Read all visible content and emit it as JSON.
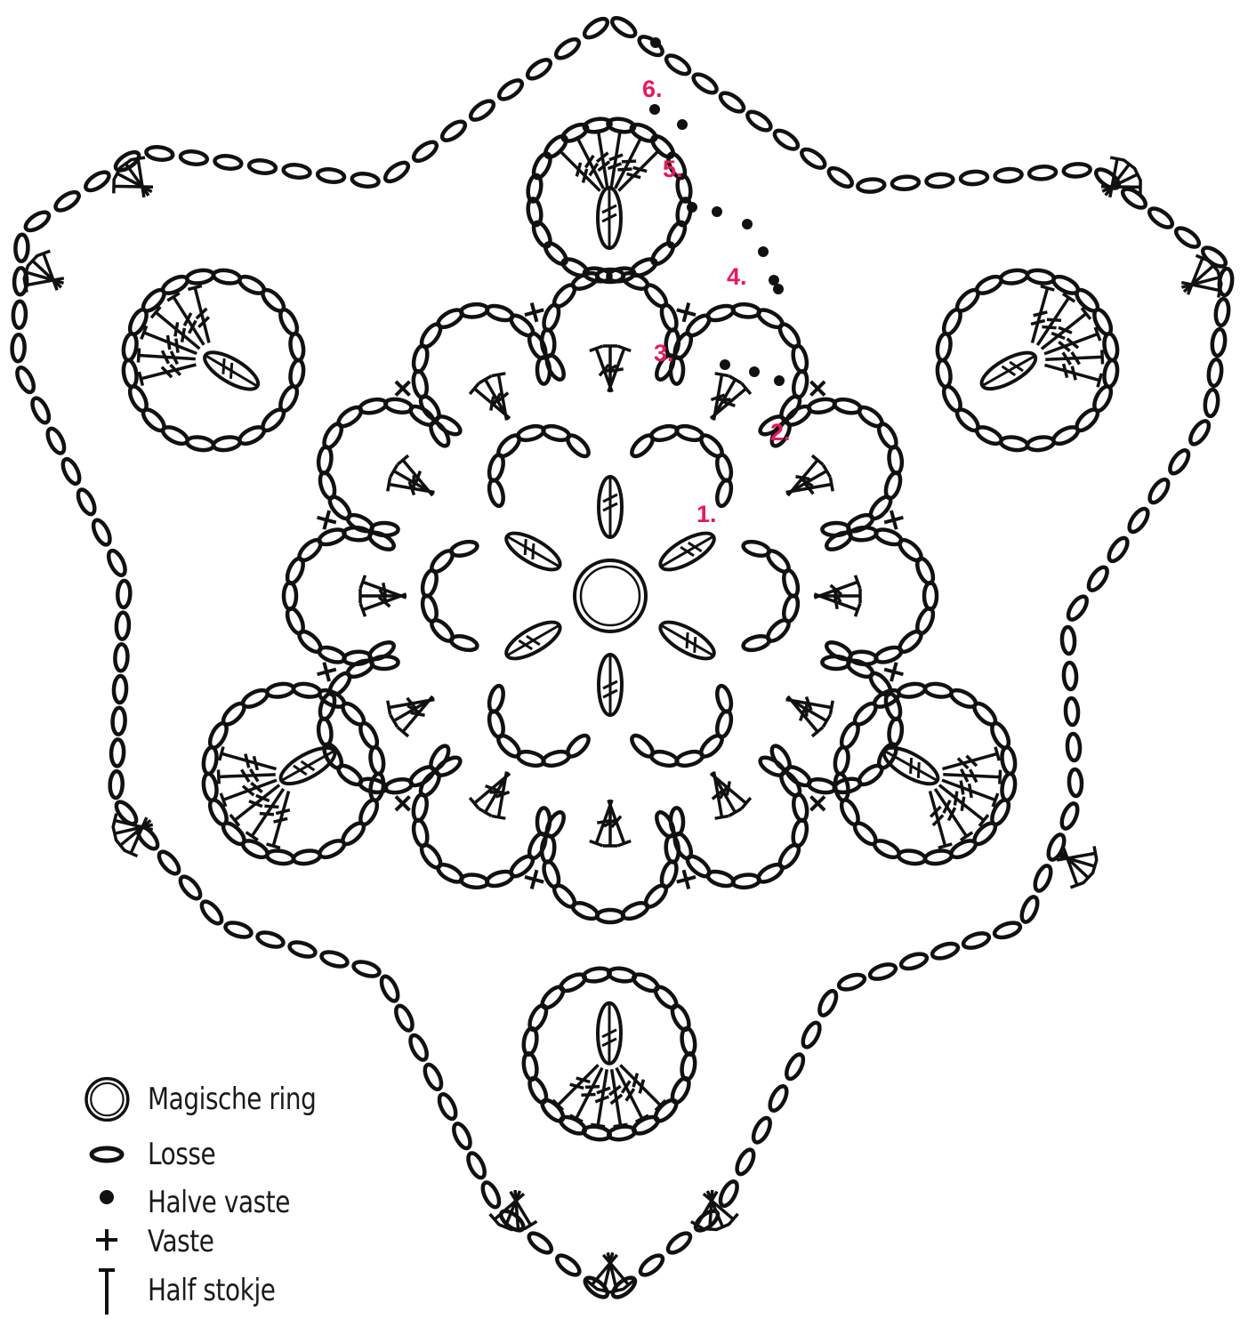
{
  "colors": {
    "ink": "#111111",
    "round_label": "#e6195f",
    "background": "#ffffff"
  },
  "round_labels": [
    "1.",
    "2.",
    "3.",
    "4.",
    "5.",
    "6."
  ],
  "legend": [
    {
      "icon": "magic-ring-icon",
      "label": "Magische ring"
    },
    {
      "icon": "chain-stitch-icon",
      "label": "Losse"
    },
    {
      "icon": "slip-stitch-icon",
      "label": "Halve vaste"
    },
    {
      "icon": "single-crochet-icon",
      "label": "Vaste"
    },
    {
      "icon": "half-double-crochet-icon",
      "label": "Half stokje"
    }
  ]
}
